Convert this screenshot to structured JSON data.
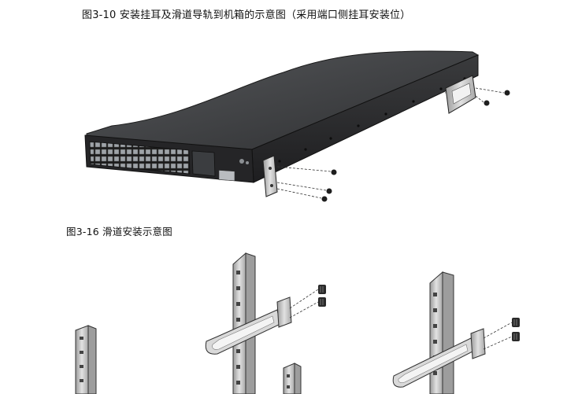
{
  "captions": {
    "figure_3_10": "图3-10  安装挂耳及滑道导轨到机箱的示意图（采用端口侧挂耳安装位）",
    "figure_3_16": "图3-16  滑道安装示意图"
  },
  "colors": {
    "chassis_top": "#3c3c3e",
    "chassis_front": "#2a2a2c",
    "rail_metal": "#c9c9c9",
    "outline": "#222222"
  },
  "icons": [
    "switch-chassis",
    "mounting-ear",
    "slide-rail",
    "rack-post",
    "screw"
  ]
}
